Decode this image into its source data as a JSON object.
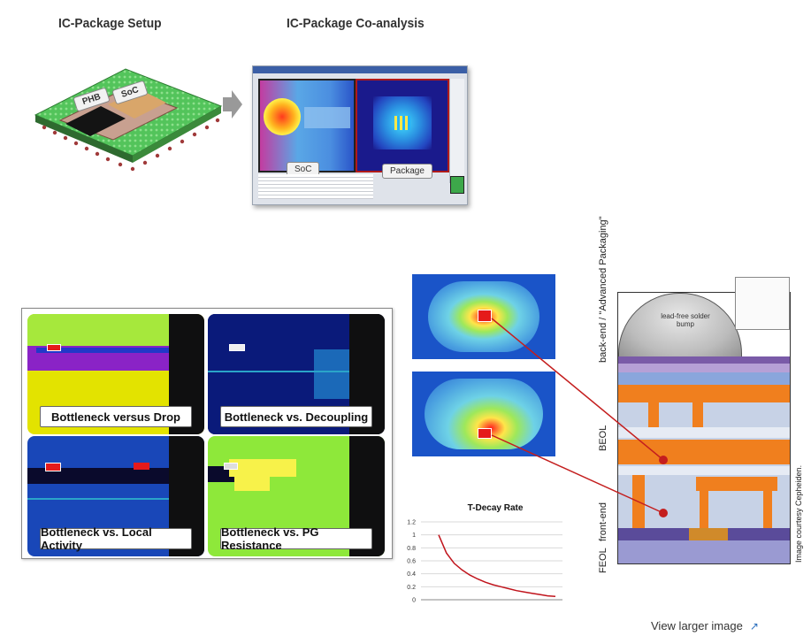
{
  "top": {
    "setup_title": "IC-Package Setup",
    "coanalysis_title": "IC-Package Co-analysis",
    "chip_labels": [
      "PHB",
      "SoC"
    ],
    "window_labels": {
      "soc": "SoC",
      "package": "Package"
    }
  },
  "bottleneck": {
    "panels": [
      {
        "label": "Bottleneck versus Drop"
      },
      {
        "label": "Bottleneck vs. Decoupling"
      },
      {
        "label": "Bottleneck vs. Local Activity"
      },
      {
        "label": "Bottleneck vs. PG Resistance"
      }
    ]
  },
  "tdecay": {
    "chart_data": {
      "type": "line",
      "title": "T-Decay Rate",
      "xlabel": "",
      "ylabel": "",
      "ylim": [
        0,
        1.2
      ],
      "yticks": [
        "0",
        "0.2",
        "0.4",
        "0.6",
        "0.8",
        "1",
        "1.2"
      ],
      "series": [
        {
          "color": "#c0141c",
          "values": [
            1.0,
            0.72,
            0.56,
            0.46,
            0.38,
            0.32,
            0.27,
            0.23,
            0.2,
            0.17,
            0.14,
            0.12,
            0.1,
            0.08,
            0.06,
            0.05
          ]
        }
      ],
      "grid": true
    }
  },
  "crosssection": {
    "bump_label": "lead-free solder bump",
    "layer_labels": [
      "back-end / \"Advanced Packaging\"",
      "BEOL",
      "front-end",
      "FEOL"
    ],
    "courtesy": "Image courtesy Cepheiden."
  },
  "footer": {
    "view_larger": "View larger image",
    "arrow_icon": "↗"
  },
  "colors": {
    "bump": "#b0b0b0",
    "copper": "#f07f1e",
    "dielectric": "#b7c6e0",
    "heat_red": "#ff1e1e",
    "heat_blue": "#1a54c8"
  }
}
